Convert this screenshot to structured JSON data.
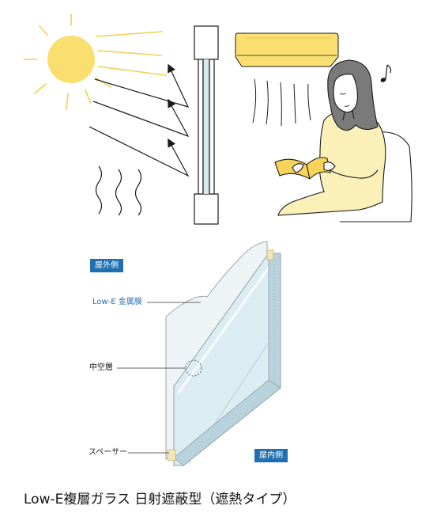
{
  "labels": {
    "outdoor": "屋外側",
    "low_e": "Low-E 金属膜",
    "air_layer": "中空層",
    "spacer": "スペーサー",
    "indoor": "屋内側"
  },
  "caption": "Low-E複層ガラス 日射遮蔽型（遮熱タイプ）",
  "colors": {
    "sun": "#f9df70",
    "aircon": "#f9df70",
    "sweater": "#fbf0b8",
    "book": "#f7d35a",
    "tag_bg": "#1f6fb2",
    "glass_front": "#cfe6ef",
    "glass_face": "#e8f3f7",
    "spacer": "#f4e6b2"
  }
}
